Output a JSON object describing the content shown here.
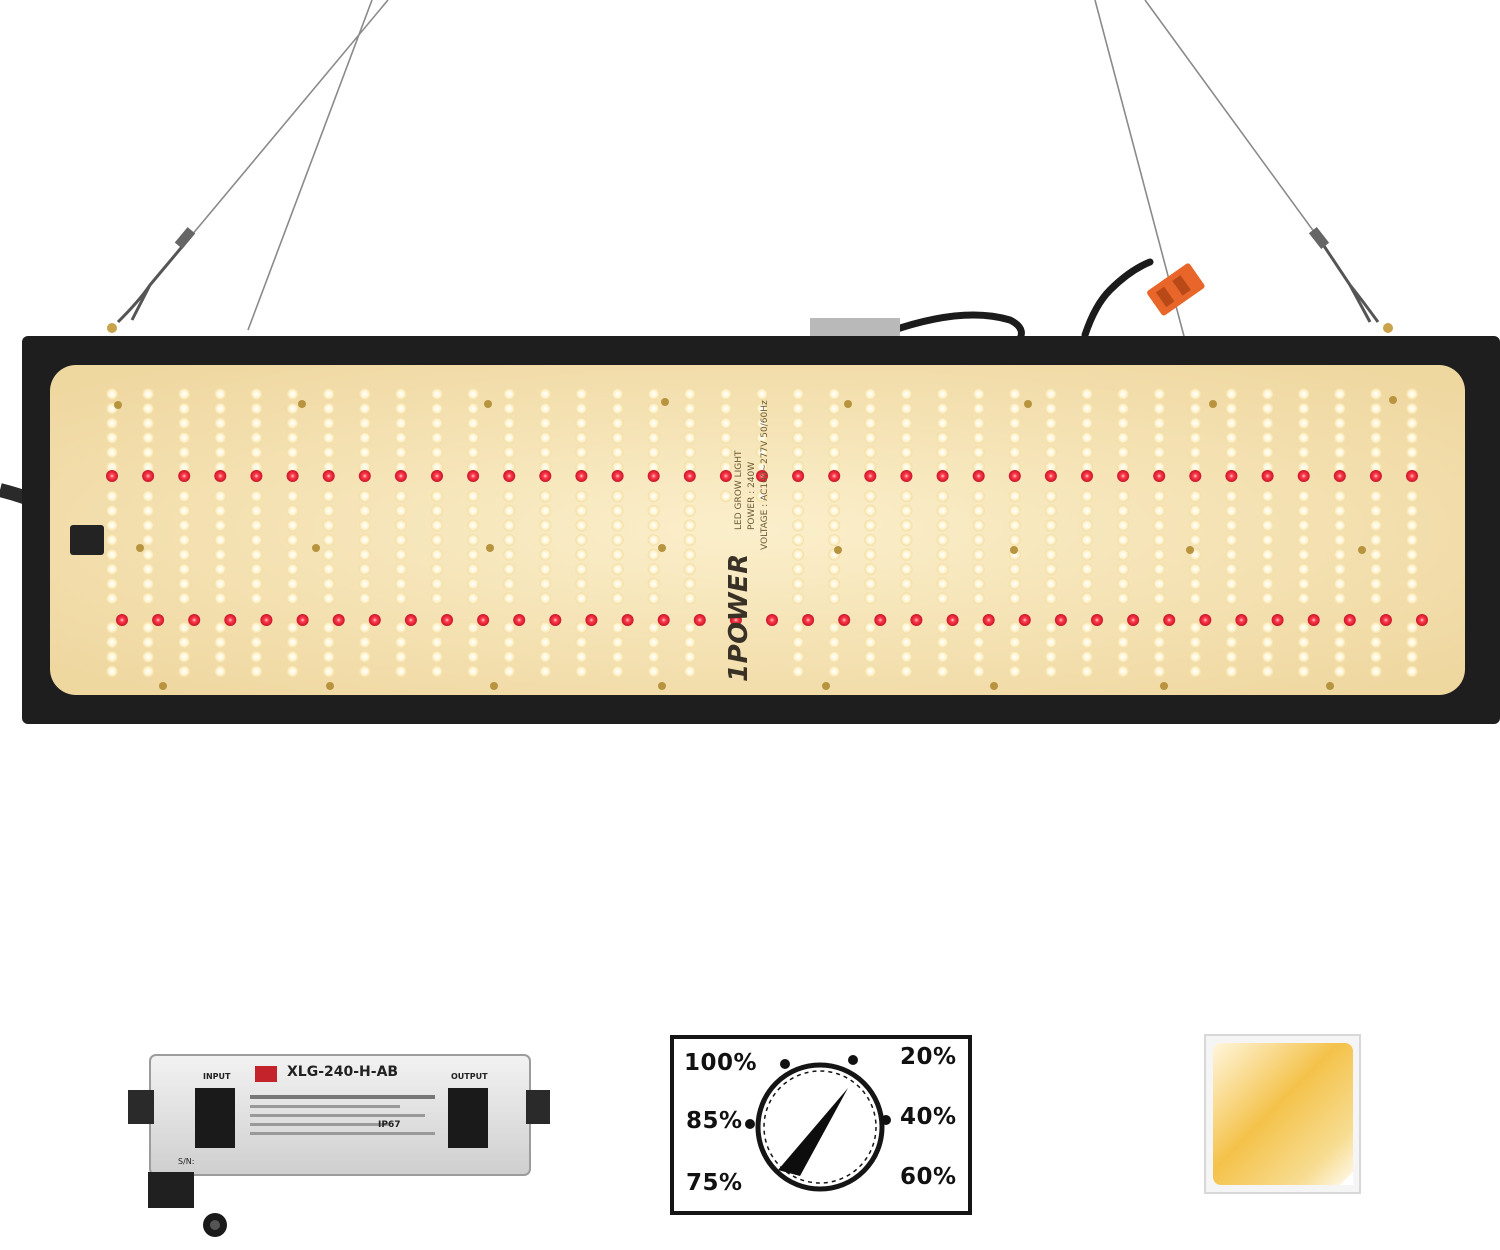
{
  "panel": {
    "brand": "1POWER",
    "spec_line1": "LED GROW LIGHT",
    "spec_line2": "POWER : 240W",
    "spec_line3": "VOLTAGE : AC100~277V 50/60Hz"
  },
  "driver": {
    "model": "XLG-240-H-AB",
    "input_label": "INPUT",
    "output_label": "OUTPUT",
    "rating": "IP67",
    "serial_label": "S/N:"
  },
  "dimmer": {
    "labels": [
      "100%",
      "20%",
      "85%",
      "40%",
      "75%",
      "60%"
    ]
  },
  "colors": {
    "panel_frame": "#1e1e1e",
    "board": "#f6e6bd",
    "led_white": "#fffbe8",
    "led_red": "#e8283a",
    "chip_yellow": "#f2bf3a"
  }
}
